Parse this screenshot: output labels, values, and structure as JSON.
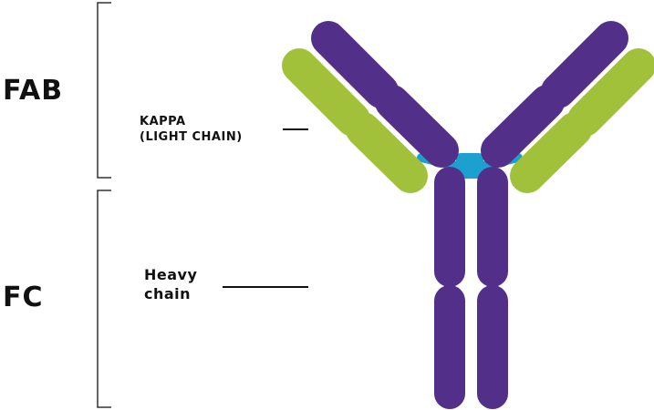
{
  "diagram": {
    "regions": {
      "fab": "FAB",
      "fc": "FC"
    },
    "callouts": {
      "kappa": [
        "KAPPA",
        "(LIGHT CHAIN)"
      ],
      "heavy": [
        "Heavy",
        "chain"
      ]
    },
    "colors": {
      "heavy_chain": "#52308a",
      "light_chain": "#a2c13a",
      "hinge": "#1ba0cf",
      "bracket": "#333333",
      "leader_line": "#111111"
    }
  }
}
